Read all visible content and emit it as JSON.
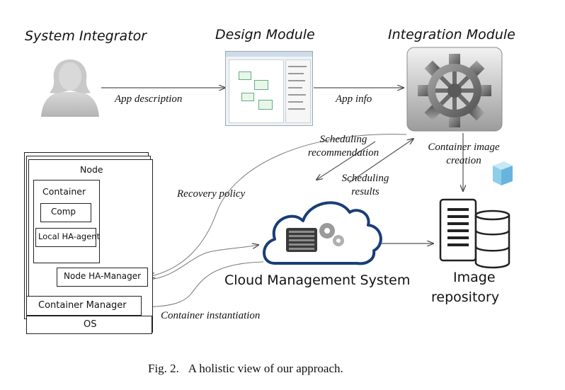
{
  "headers": {
    "system_integrator": "System Integrator",
    "design_module": "Design Module",
    "integration_module": "Integration Module"
  },
  "edges": {
    "app_description": "App description",
    "app_info": "App info",
    "scheduling_recommendation": "Scheduling recommendation",
    "scheduling_results": "Scheduling results",
    "recovery_policy": "Recovery policy",
    "container_image_creation": "Container image creation",
    "container_instantiation": "Container instantiation"
  },
  "node_stack": {
    "node": "Node",
    "container": "Container",
    "comp": "Comp",
    "local_ha_agent": "Local HA-agent",
    "node_ha_manager": "Node HA-Manager",
    "container_manager": "Container Manager",
    "os": "OS"
  },
  "cloud": {
    "label": "Cloud Management System"
  },
  "repository": {
    "label_line1": "Image",
    "label_line2": "repository"
  },
  "caption": {
    "fig": "Fig. 2.",
    "text": "A holistic view of our approach."
  }
}
